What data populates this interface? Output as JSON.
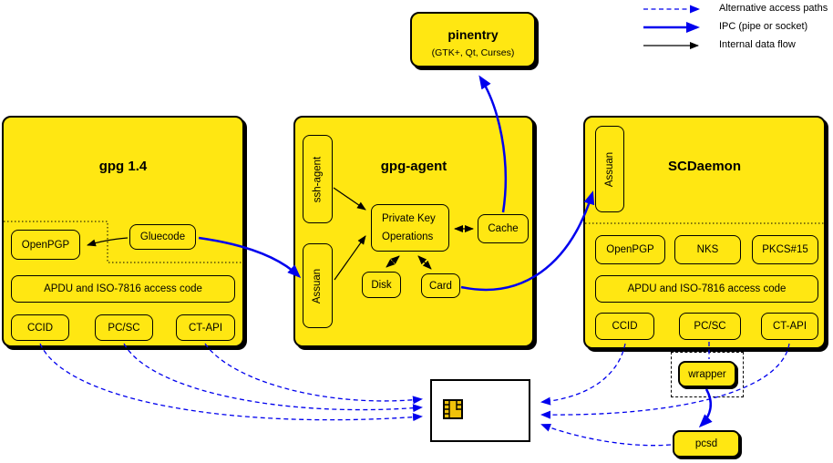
{
  "legend": {
    "items": [
      {
        "label": "Alternative access paths"
      },
      {
        "label": "IPC (pipe or socket)"
      },
      {
        "label": "Internal data flow"
      }
    ]
  },
  "pinentry": {
    "title": "pinentry",
    "subtitle": "(GTK+, Qt, Curses)"
  },
  "gpg14": {
    "title": "gpg 1.4",
    "gluecode": "Gluecode",
    "openpgp": "OpenPGP",
    "apdu": "APDU and ISO-7816 access code",
    "ccid": "CCID",
    "pcsc": "PC/SC",
    "ctapi": "CT-API"
  },
  "gpg_agent": {
    "title": "gpg-agent",
    "ssh_agent": "ssh-agent",
    "assuan": "Assuan",
    "private_key_ops_line1": "Private Key",
    "private_key_ops_line2": "Operations",
    "cache": "Cache",
    "disk": "Disk",
    "card": "Card"
  },
  "scdaemon": {
    "title": "SCDaemon",
    "assuan": "Assuan",
    "openpgp": "OpenPGP",
    "nks": "NKS",
    "pkcs15": "PKCS#15",
    "apdu": "APDU and ISO-7816 access code",
    "ccid": "CCID",
    "pcsc": "PC/SC",
    "ctapi": "CT-API"
  },
  "wrapper": {
    "label": "wrapper"
  },
  "pcsd": {
    "label": "pcsd"
  },
  "colors": {
    "box_fill": "#ffe712",
    "line_blue": "#0000ee",
    "line_black": "#000000",
    "chip_gold": "#f0c20a",
    "card_fill": "#ffffff"
  }
}
